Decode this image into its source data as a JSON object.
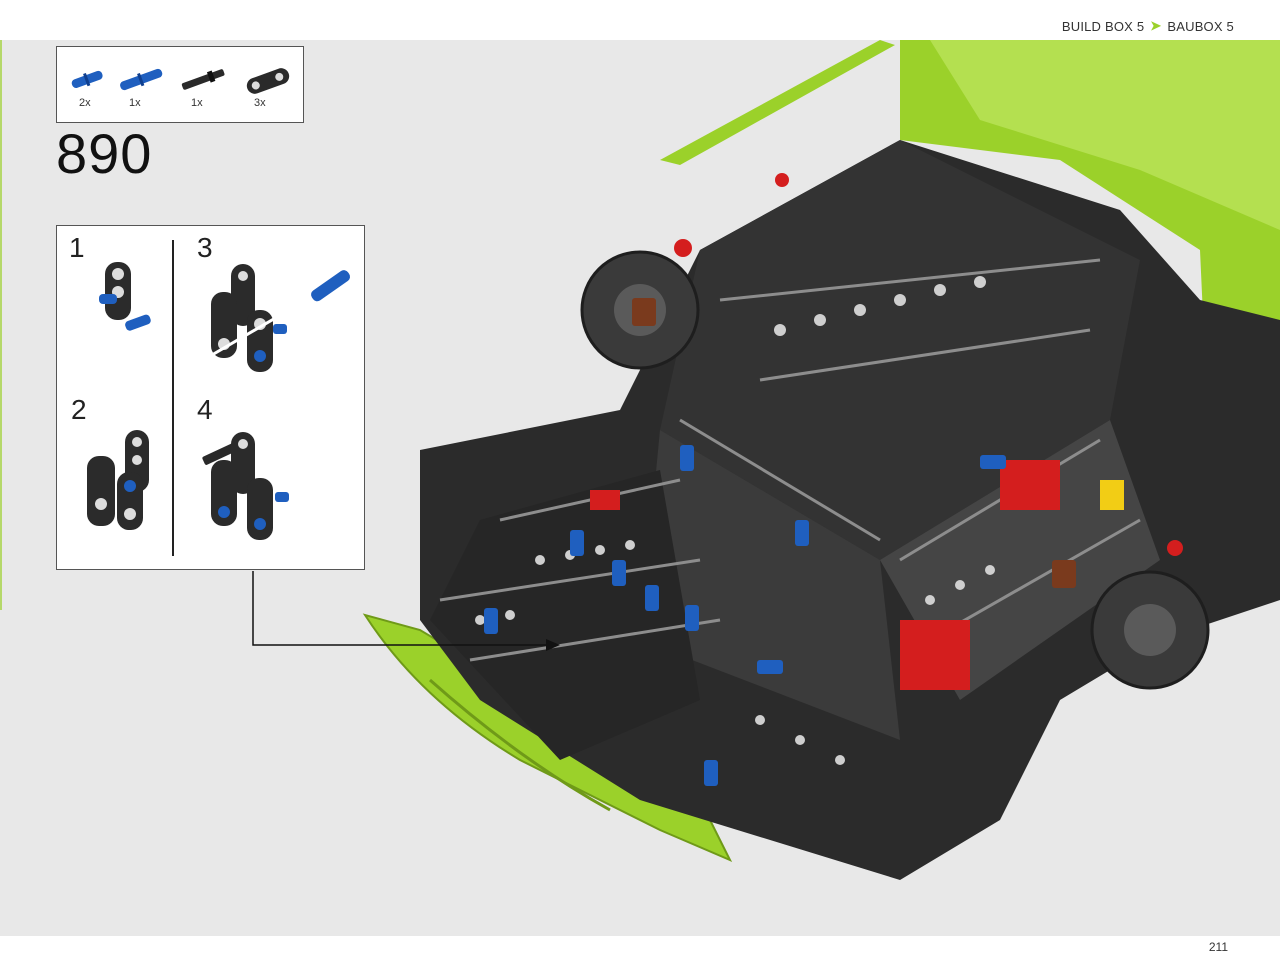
{
  "header": {
    "box_en": "BUILD BOX 5",
    "separator_icon": "arrow-right-icon",
    "box_de": "BAUBOX 5",
    "separator_color": "#9bd12a"
  },
  "parts": [
    {
      "qty": "2x",
      "icon": "blue-friction-pin-icon",
      "color": "#1f5fbf"
    },
    {
      "qty": "1x",
      "icon": "blue-axle-pin-icon",
      "color": "#1f5fbf"
    },
    {
      "qty": "1x",
      "icon": "black-axle-icon",
      "color": "#2a2a2a"
    },
    {
      "qty": "3x",
      "icon": "black-beam-connector-icon",
      "color": "#2a2a2a"
    }
  ],
  "step": {
    "number": "890"
  },
  "substeps": [
    {
      "label": "1"
    },
    {
      "label": "2"
    },
    {
      "label": "3"
    },
    {
      "label": "4"
    }
  ],
  "page": {
    "number": "211"
  },
  "colors": {
    "lime": "#9bd12a",
    "black_parts": "#2b2b2b",
    "gray_parts": "#9a9a9a",
    "blue_pins": "#1f5fbf",
    "red_parts": "#d41e1e",
    "background": "#e8e8e8"
  }
}
